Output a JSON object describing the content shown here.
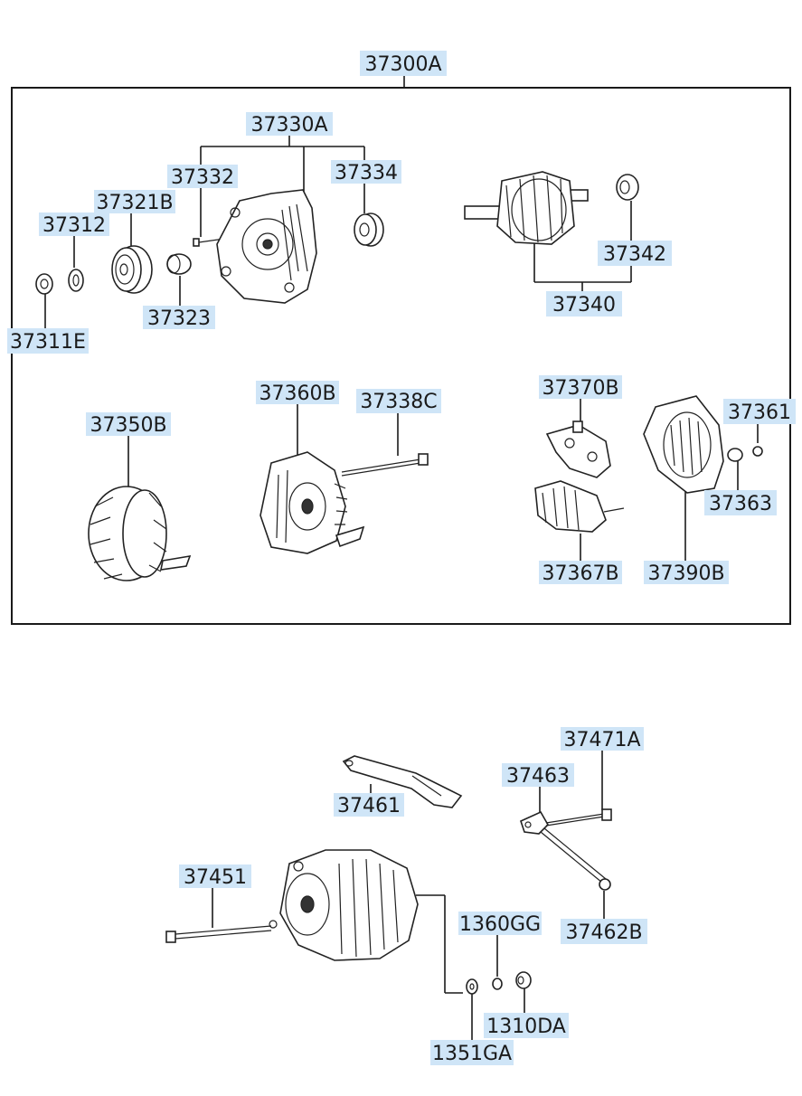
{
  "labels": {
    "p37300A": "37300A",
    "p37330A": "37330A",
    "p37332": "37332",
    "p37334": "37334",
    "p37321B": "37321B",
    "p37312": "37312",
    "p37323": "37323",
    "p37311E": "37311E",
    "p37342": "37342",
    "p37340": "37340",
    "p37360B": "37360B",
    "p37338C": "37338C",
    "p37350B": "37350B",
    "p37370B": "37370B",
    "p37361": "37361",
    "p37363": "37363",
    "p37367B": "37367B",
    "p37390B": "37390B",
    "p37471A": "37471A",
    "p37463": "37463",
    "p37461": "37461",
    "p37451": "37451",
    "p1360GG": "1360GG",
    "p37462B": "37462B",
    "p1310DA": "1310DA",
    "p1351GA": "1351GA"
  },
  "colors": {
    "label_background": "#cfe5f7",
    "line": "#1a1a1a"
  }
}
